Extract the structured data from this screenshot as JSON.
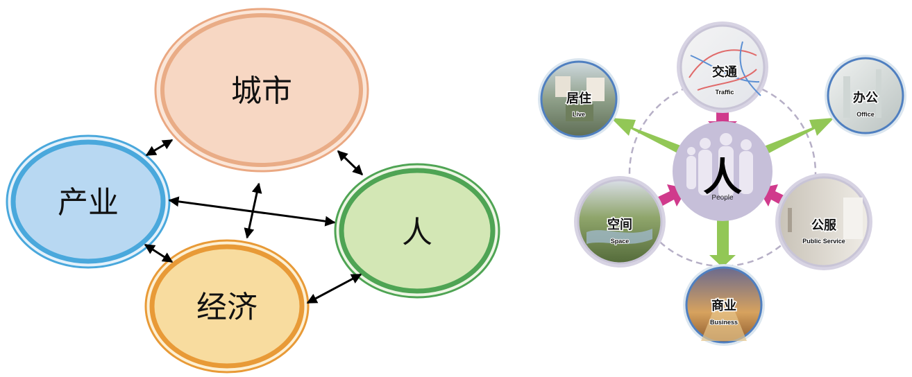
{
  "left_diagram": {
    "nodes": [
      {
        "id": "city",
        "label": "城市",
        "fill": "#f7d8c3",
        "ring": "#e9ac86"
      },
      {
        "id": "industry",
        "label": "产业",
        "fill": "#b8d8f2",
        "ring": "#4aa8dc"
      },
      {
        "id": "people",
        "label": "人",
        "fill": "#d3e7b5",
        "ring": "#4fa454"
      },
      {
        "id": "economy",
        "label": "经济",
        "fill": "#f8dc9f",
        "ring": "#e89a37"
      }
    ],
    "links": [
      [
        "industry",
        "city"
      ],
      [
        "city",
        "people"
      ],
      [
        "industry",
        "people"
      ],
      [
        "city",
        "economy"
      ],
      [
        "industry",
        "economy"
      ],
      [
        "economy",
        "people"
      ]
    ]
  },
  "right_diagram": {
    "center": {
      "label_cn": "人",
      "label_en": "People"
    },
    "satellites": [
      {
        "id": "traffic",
        "label_cn": "交通",
        "label_en": "Traffic",
        "arrow": "in"
      },
      {
        "id": "live",
        "label_cn": "居住",
        "label_en": "Live",
        "arrow": "out"
      },
      {
        "id": "office",
        "label_cn": "办公",
        "label_en": "Office",
        "arrow": "out"
      },
      {
        "id": "space",
        "label_cn": "空间",
        "label_en": "Space",
        "arrow": "in"
      },
      {
        "id": "public",
        "label_cn": "公服",
        "label_en": "Public Service",
        "arrow": "in"
      },
      {
        "id": "business",
        "label_cn": "商业",
        "label_en": "Business",
        "arrow": "out"
      }
    ],
    "colors": {
      "in_arrow": "#d03a8c",
      "out_arrow": "#92c756",
      "center": "#c6bfd9",
      "orbit": "#b6afc6"
    }
  }
}
